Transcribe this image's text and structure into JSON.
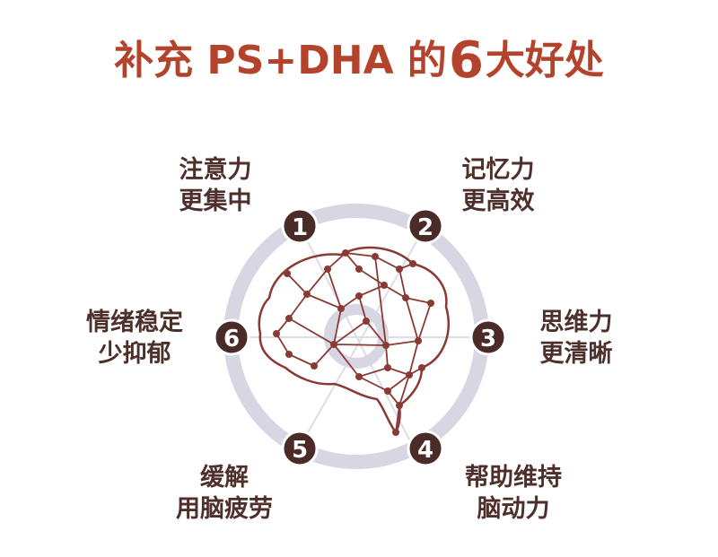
{
  "title": {
    "part1": "补充 PS+DHA 的",
    "number": "6",
    "part2": "大好处"
  },
  "benefits": [
    {
      "number": "1",
      "line1": "注意力",
      "line2": "更集中"
    },
    {
      "number": "2",
      "line1": "记忆力",
      "line2": "更高效"
    },
    {
      "number": "3",
      "line1": "思维力",
      "line2": "更清晰"
    },
    {
      "number": "4",
      "line1": "帮助维持",
      "line2": "脑动力"
    },
    {
      "number": "5",
      "line1": "缓解",
      "line2": "用脑疲劳"
    },
    {
      "number": "6",
      "line1": "情绪稳定",
      "line2": "少抑郁"
    }
  ],
  "colors": {
    "title": "#b4432c",
    "text": "#4d2f2b",
    "badge": "#4a2b28",
    "ring": "#d8d6e3",
    "brain": "#8a3a34"
  }
}
